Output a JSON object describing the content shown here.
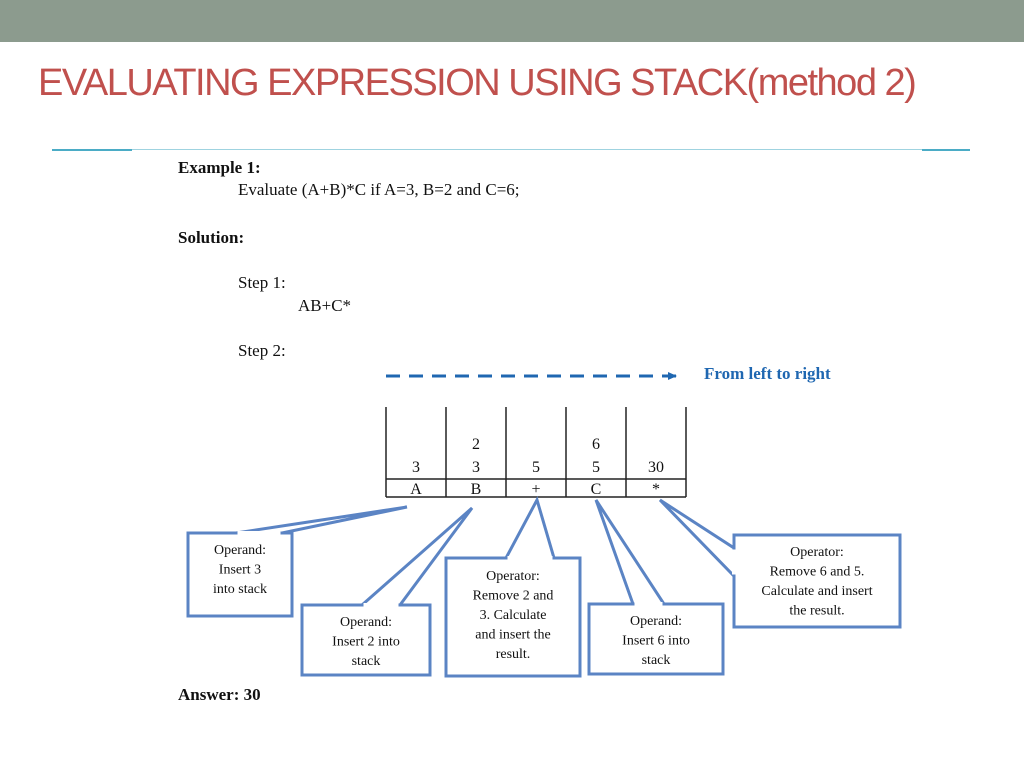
{
  "slide": {
    "title": "EVALUATING EXPRESSION USING STACK(method 2)"
  },
  "example": {
    "heading": "Example 1:",
    "statement": "Evaluate (A+B)*C if A=3, B=2 and C=6;",
    "solution_heading": "Solution:",
    "step1_label": "Step 1:",
    "step1_expr": "AB+C*",
    "step2_label": "Step 2:",
    "direction_label": "From left to right",
    "answer": "Answer: 30"
  },
  "stack_table": {
    "columns": [
      {
        "symbol": "A",
        "stack": [
          "3"
        ]
      },
      {
        "symbol": "B",
        "stack": [
          "2",
          "3"
        ]
      },
      {
        "symbol": "+",
        "stack": [
          "5"
        ]
      },
      {
        "symbol": "C",
        "stack": [
          "6",
          "5"
        ]
      },
      {
        "symbol": "*",
        "stack": [
          "30"
        ]
      }
    ]
  },
  "callouts": [
    {
      "lines": [
        "Operand:",
        "Insert 3",
        "into stack"
      ]
    },
    {
      "lines": [
        "Operand:",
        "Insert 2 into",
        "stack"
      ]
    },
    {
      "lines": [
        "Operator:",
        "Remove 2 and",
        "3. Calculate",
        "and insert the",
        "result."
      ]
    },
    {
      "lines": [
        "Operand:",
        "Insert 6 into",
        "stack"
      ]
    },
    {
      "lines": [
        "Operator:",
        "Remove 6 and 5.",
        "Calculate and insert",
        "the result."
      ]
    }
  ],
  "colors": {
    "title": "#c0504d",
    "top_bar": "#8c9b8e",
    "rule": "#4bacc6",
    "arrow": "#1f67b1",
    "callout_border": "#5b84c4"
  }
}
